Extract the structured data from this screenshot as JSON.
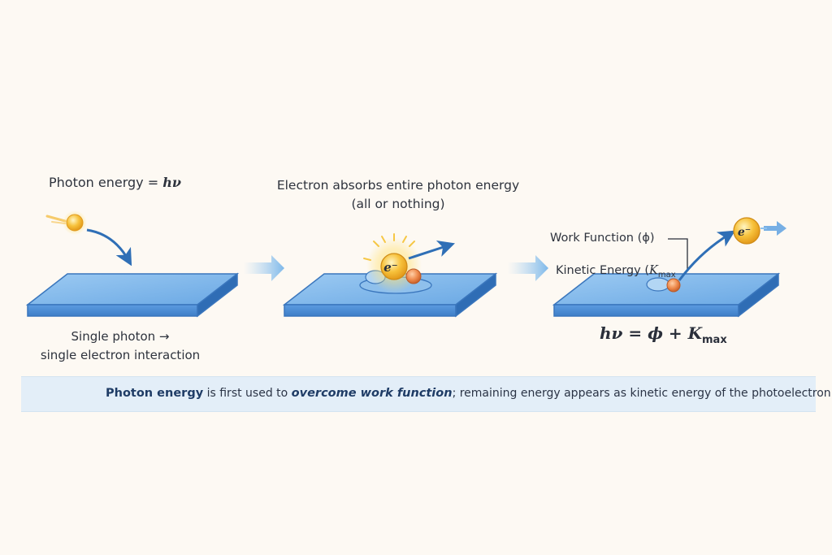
{
  "panel1": {
    "title_prefix": "Photon energy = ",
    "title_symbol": "hν",
    "note_line1": "Single photon →",
    "note_line2": "single electron interaction"
  },
  "panel2": {
    "title_line1": "Electron absorbs entire photon energy",
    "title_line2": "(all or nothing)",
    "electron_label": "e⁻"
  },
  "panel3": {
    "work_function_label": "Work Function (ϕ)",
    "kinetic_label_prefix": "Kinetic Energy (",
    "kinetic_symbol": "K",
    "kinetic_sub": "max",
    "electron_label": "e⁻",
    "formula_lhs": "hν",
    "formula_eq": " = ",
    "formula_phi": "ϕ",
    "formula_plus": " + ",
    "formula_k": "K",
    "formula_sub": "max"
  },
  "caption": {
    "part1": "Photon energy",
    "part2": " is first used to ",
    "part3": "overcome work function",
    "part4": "; remaining energy appears as kinetic energy of the photoelectron."
  },
  "colors": {
    "plate_top": "#7fb6ea",
    "plate_front": "#3f86d0",
    "arrow": "#2f6fb6",
    "photon": "#f4b93a",
    "caption_band": "#e3eef8"
  },
  "icons": [
    "photon-icon",
    "electron-icon",
    "flow-arrow-icon"
  ]
}
